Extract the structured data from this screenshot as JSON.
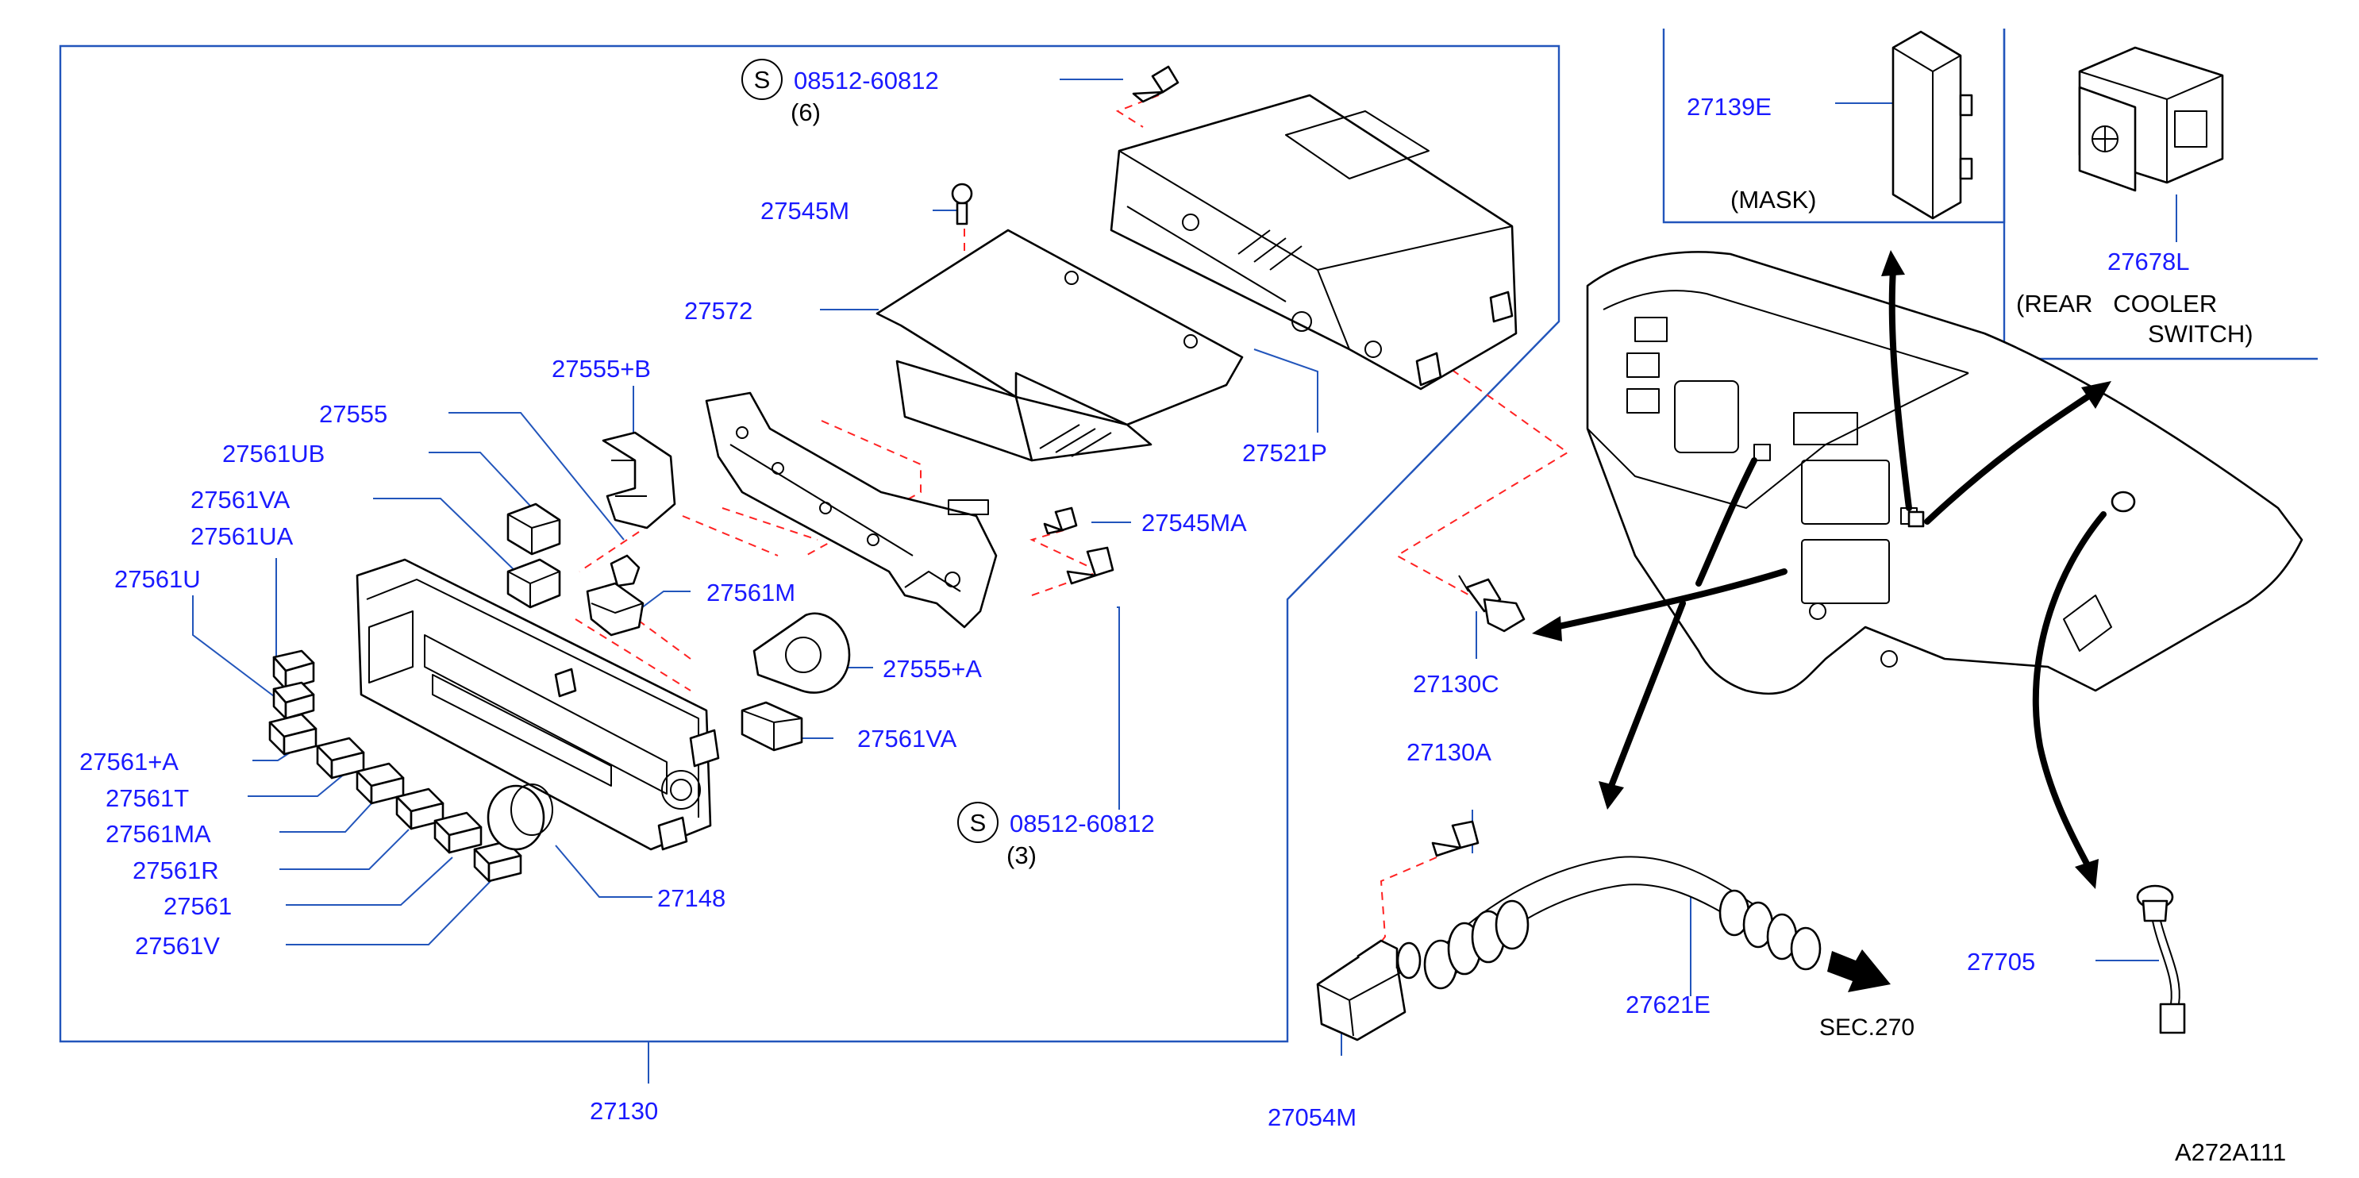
{
  "labels": {
    "bolt_s_top": "08512-60812",
    "bolt_s_top_qty": "(6)",
    "bolt_s_bottom": "08512-60812",
    "bolt_s_bottom_qty": "(3)",
    "s_mark": "S",
    "p27545M": "27545M",
    "p27572": "27572",
    "p27555B": "27555+B",
    "p27555": "27555",
    "p27561UB": "27561UB",
    "p27561VA_1": "27561VA",
    "p27561UA": "27561UA",
    "p27561U": "27561U",
    "p27561M": "27561M",
    "p27555A": "27555+A",
    "p27561VA_2": "27561VA",
    "p27561A": "27561+A",
    "p27561T": "27561T",
    "p27561MA": "27561MA",
    "p27561R": "27561R",
    "p27561": "27561",
    "p27561V": "27561V",
    "p27148": "27148",
    "p27521P": "27521P",
    "p27545MA": "27545MA",
    "p27130": "27130",
    "p27139E": "27139E",
    "mask": "(MASK)",
    "p27678L": "27678L",
    "rear_cooler_1": "(REAR   COOLER",
    "rear_cooler_2": "SWITCH)",
    "p27130C": "27130C",
    "p27130A": "27130A",
    "p27054M": "27054M",
    "p27621E": "27621E",
    "sec270": "SEC.270",
    "p27705": "27705",
    "figure_code": "A272A111"
  },
  "colors": {
    "part_number": "#1a1aff",
    "leader_line": "#2255bb",
    "dashed_link": "#ff2222",
    "outline": "#000000"
  }
}
